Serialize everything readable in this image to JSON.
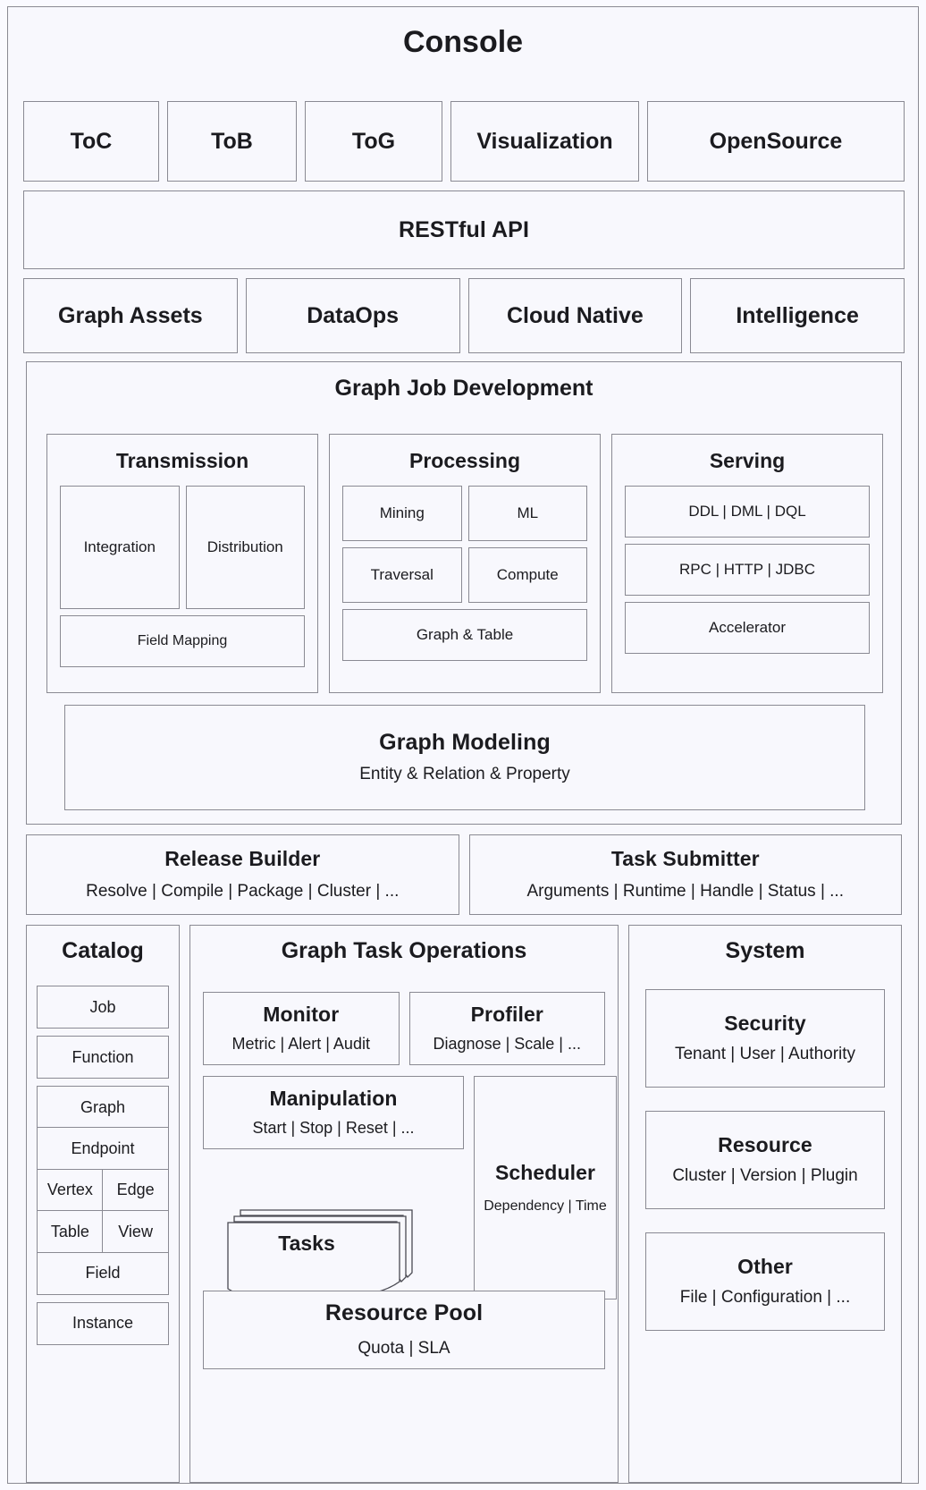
{
  "diagram": {
    "title": "Console",
    "consumer_layer": [
      {
        "label": "ToC"
      },
      {
        "label": "ToB"
      },
      {
        "label": "ToG"
      },
      {
        "label": "Visualization"
      },
      {
        "label": "OpenSource"
      }
    ],
    "api_layer": {
      "label": "RESTful API"
    },
    "platform_layer": [
      {
        "label": "Graph Assets"
      },
      {
        "label": "DataOps"
      },
      {
        "label": "Cloud Native"
      },
      {
        "label": "Intelligence"
      }
    ],
    "graph_job_development": {
      "title": "Graph Job Development",
      "transmission": {
        "title": "Transmission",
        "integration": "Integration",
        "distribution": "Distribution",
        "field_mapping": "Field Mapping"
      },
      "processing": {
        "title": "Processing",
        "mining": "Mining",
        "ml": "ML",
        "traversal": "Traversal",
        "compute": "Compute",
        "graph_table": "Graph & Table"
      },
      "serving": {
        "title": "Serving",
        "languages": "DDL | DML | DQL",
        "protocols": "RPC | HTTP | JDBC",
        "accelerator": "Accelerator"
      },
      "graph_modeling": {
        "title": "Graph Modeling",
        "subtitle": "Entity & Relation & Property"
      }
    },
    "release_row": [
      {
        "title": "Release Builder",
        "subtitle": "Resolve | Compile | Package | Cluster | ..."
      },
      {
        "title": "Task Submitter",
        "subtitle": "Arguments | Runtime | Handle | Status | ..."
      }
    ],
    "catalog": {
      "title": "Catalog",
      "job": "Job",
      "function": "Function",
      "graph": "Graph",
      "endpoint": "Endpoint",
      "vertex": "Vertex",
      "edge": "Edge",
      "table": "Table",
      "view": "View",
      "field": "Field",
      "instance": "Instance"
    },
    "graph_task_operations": {
      "title": "Graph Task Operations",
      "monitor": {
        "title": "Monitor",
        "subtitle": "Metric | Alert | Audit"
      },
      "profiler": {
        "title": "Profiler",
        "subtitle": "Diagnose | Scale | ..."
      },
      "manipulation": {
        "title": "Manipulation",
        "subtitle": "Start | Stop | Reset | ..."
      },
      "scheduler": {
        "title": "Scheduler",
        "subtitle": "Dependency | Time"
      },
      "tasks": {
        "title": "Tasks"
      },
      "resource_pool": {
        "title": "Resource Pool",
        "subtitle": "Quota | SLA"
      }
    },
    "system": {
      "title": "System",
      "security": {
        "title": "Security",
        "subtitle": "Tenant | User | Authority"
      },
      "resource": {
        "title": "Resource",
        "subtitle": "Cluster | Version | Plugin"
      },
      "other": {
        "title": "Other",
        "subtitle": "File | Configuration | ..."
      }
    },
    "colors": {
      "background": "#fafaff",
      "box_fill": "#f8f8fd",
      "border": "#8a8a93",
      "text": "#1b1b1f"
    }
  }
}
